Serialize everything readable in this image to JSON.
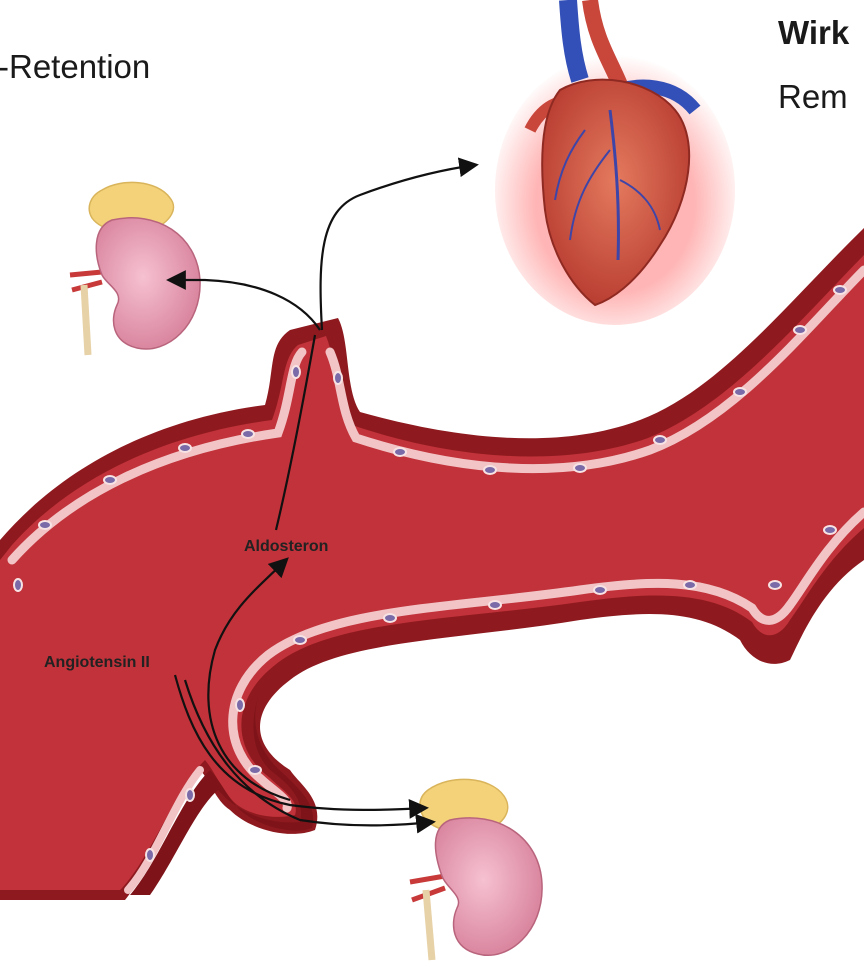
{
  "texts": {
    "retention": "-Retention",
    "wirk": "Wirk",
    "rem": "Rem",
    "aldosteron": "Aldosteron",
    "angiotensin": "Angiotensin II"
  },
  "colors": {
    "vessel_dark": "#8e1a1f",
    "vessel_mid": "#b72a30",
    "vessel_inner": "#cf3b40",
    "endothelium": "#f2c4c6",
    "nucleus": "#7a6aa8",
    "kidney": "#e59bb2",
    "adrenal": "#f3d27a",
    "heart": "#c8473a"
  },
  "icons": [
    "adrenal-kidney-icon",
    "heart-icon",
    "arrow-icon"
  ]
}
